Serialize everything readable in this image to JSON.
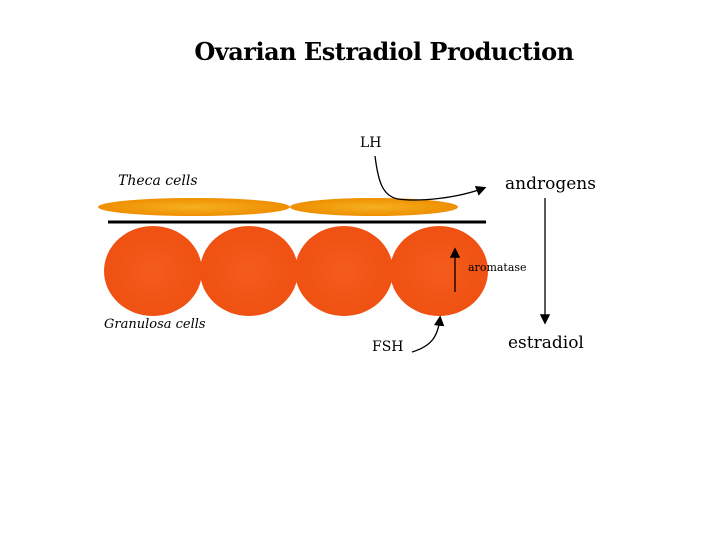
{
  "title": "Ovarian Estradiol Production",
  "labels": {
    "lh": "LH",
    "theca_cells": "Theca cells",
    "androgens": "androgens",
    "aromatase": "aromatase",
    "granulosa_cells": "Granulosa cells",
    "fsh": "FSH",
    "estradiol": "estradiol"
  },
  "colors": {
    "theca": "#f2a010",
    "granulosa": "#f25a1a",
    "line": "#000000"
  }
}
